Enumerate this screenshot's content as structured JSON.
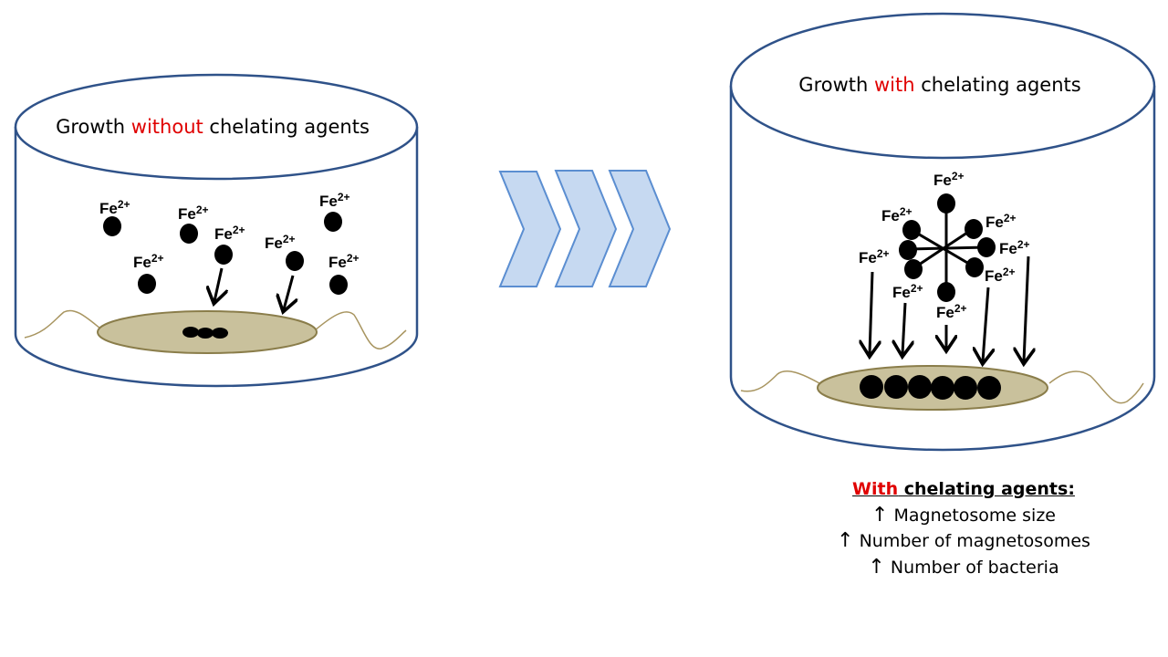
{
  "left_panel": {
    "title_prefix": "Growth ",
    "title_highlight": "without",
    "title_suffix": " chelating agents"
  },
  "right_panel": {
    "title_prefix": "Growth ",
    "title_highlight": "with",
    "title_suffix": " chelating agents"
  },
  "ion_label": {
    "base": "Fe",
    "charge": "2+"
  },
  "summary": {
    "heading_highlight": "With",
    "heading_rest": " chelating agents:",
    "arrow_symbol": "↑",
    "items": [
      "Magnetosome size",
      "Number of magnetosomes",
      "Number of bacteria"
    ]
  },
  "colors": {
    "container_stroke": "#2f5289",
    "bacterium_fill": "#c9c19c",
    "bacterium_stroke": "#8a7d4a",
    "chevron_fill": "#c6d9f1",
    "chevron_stroke": "#5b8ed1",
    "highlight": "#e00000"
  }
}
